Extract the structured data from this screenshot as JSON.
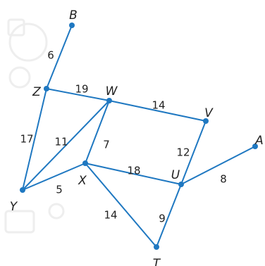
{
  "graph": {
    "edge_color": "#1f78c1",
    "node_color": "#1f78c1",
    "text_color": "#222222",
    "nodes": [
      {
        "id": "B",
        "label": "B"
      },
      {
        "id": "Z",
        "label": "Z"
      },
      {
        "id": "W",
        "label": "W"
      },
      {
        "id": "V",
        "label": "V"
      },
      {
        "id": "A",
        "label": "A"
      },
      {
        "id": "U",
        "label": "U"
      },
      {
        "id": "X",
        "label": "X"
      },
      {
        "id": "Y",
        "label": "Y"
      },
      {
        "id": "T",
        "label": "T"
      }
    ],
    "edges": [
      {
        "from": "B",
        "to": "Z",
        "weight": "6"
      },
      {
        "from": "Z",
        "to": "W",
        "weight": "19"
      },
      {
        "from": "W",
        "to": "V",
        "weight": "14"
      },
      {
        "from": "Z",
        "to": "Y",
        "weight": "17"
      },
      {
        "from": "W",
        "to": "Y",
        "weight": "11"
      },
      {
        "from": "W",
        "to": "X",
        "weight": "7"
      },
      {
        "from": "V",
        "to": "U",
        "weight": "12"
      },
      {
        "from": "A",
        "to": "U",
        "weight": "8"
      },
      {
        "from": "X",
        "to": "U",
        "weight": "18"
      },
      {
        "from": "Y",
        "to": "X",
        "weight": "5"
      },
      {
        "from": "X",
        "to": "T",
        "weight": "14"
      },
      {
        "from": "U",
        "to": "T",
        "weight": "9"
      }
    ]
  }
}
